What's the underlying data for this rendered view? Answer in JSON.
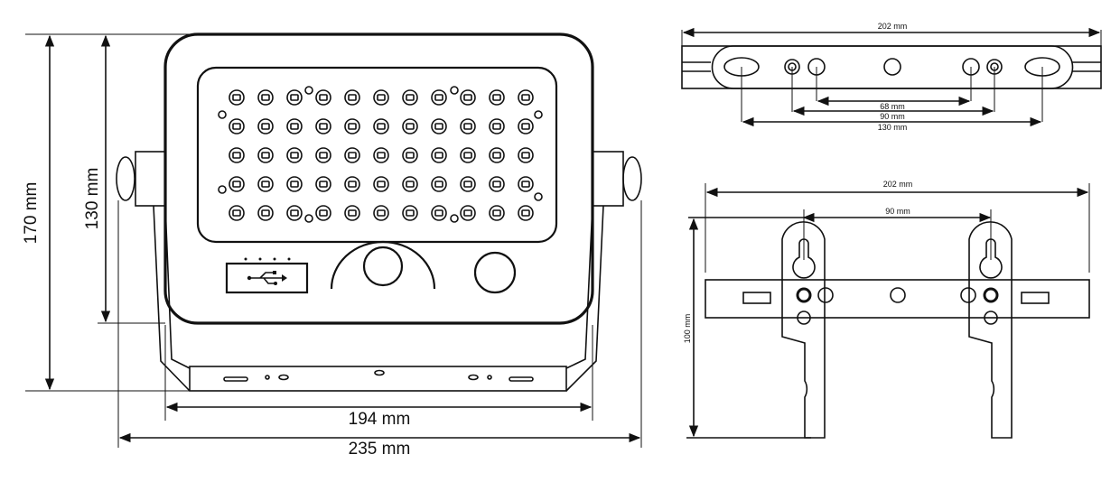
{
  "front_view": {
    "height_total": "170 mm",
    "height_housing": "130 mm",
    "width_base": "194 mm",
    "width_total": "235 mm",
    "led_rows": 5,
    "led_columns": 11,
    "usb_icon": "usb-icon"
  },
  "top_view": {
    "width": "202 mm",
    "dim_inner": "68 mm",
    "dim_middle": "90 mm",
    "dim_outer": "130 mm"
  },
  "mount_view": {
    "width": "202 mm",
    "hole_spacing": "90 mm",
    "height": "100 mm"
  },
  "colors": {
    "line": "#111111",
    "background": "#ffffff"
  }
}
